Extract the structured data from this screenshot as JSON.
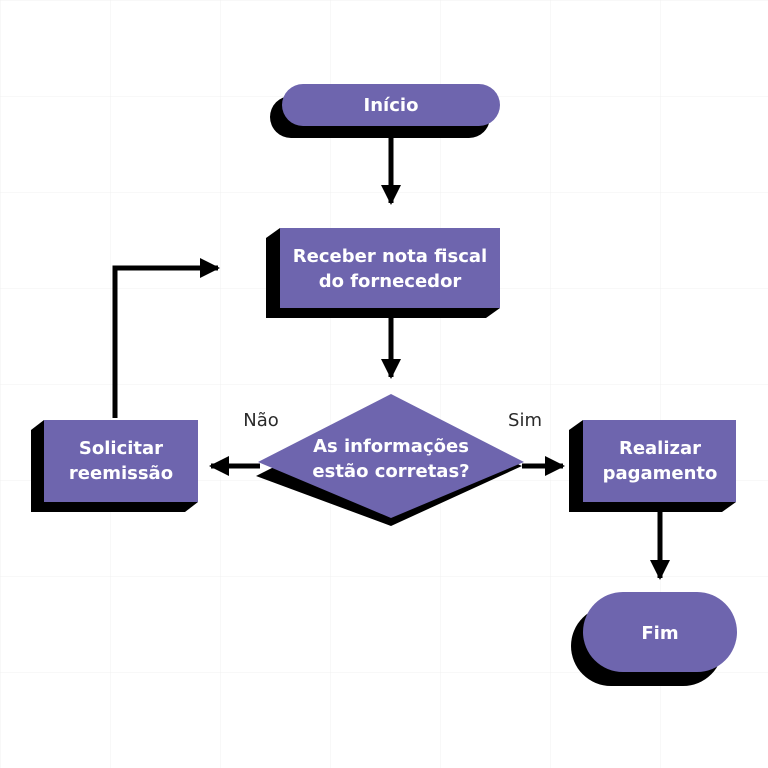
{
  "colors": {
    "node_fill": "#6e65ae",
    "shadow": "#000000",
    "connector": "#000000",
    "grid": "#f0f0f0",
    "background": "#ffffff"
  },
  "nodes": {
    "start": {
      "label": "Início"
    },
    "receive_invoice": {
      "line1": "Receber nota fiscal",
      "line2": "do fornecedor"
    },
    "decision": {
      "line1": "As informações",
      "line2": "estão corretas?"
    },
    "request_reissue": {
      "line1": "Solicitar",
      "line2": "reemissão"
    },
    "make_payment": {
      "line1": "Realizar",
      "line2": "pagamento"
    },
    "end": {
      "label": "Fim"
    }
  },
  "edges": {
    "no_label": "Não",
    "yes_label": "Sim"
  }
}
